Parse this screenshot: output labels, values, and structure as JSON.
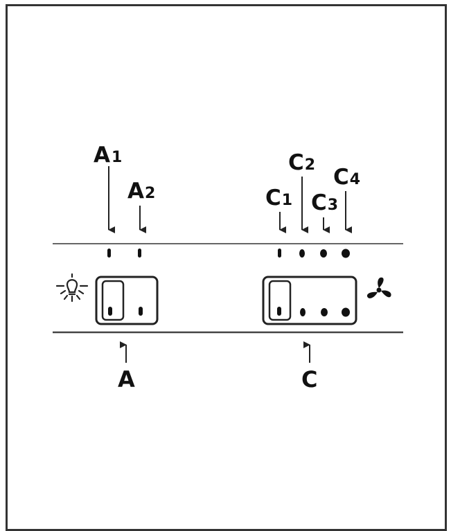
{
  "labels": {
    "A1": {
      "main": "A",
      "sub": "1"
    },
    "A2": {
      "main": "A",
      "sub": "2"
    },
    "C1": {
      "main": "C",
      "sub": "1"
    },
    "C2": {
      "main": "C",
      "sub": "2"
    },
    "C3": {
      "main": "C",
      "sub": "3"
    },
    "C4": {
      "main": "C",
      "sub": "4"
    },
    "A": "A",
    "C": "C"
  },
  "icons": {
    "light": "light-bulb-icon",
    "fan": "fan-icon"
  },
  "colors": {
    "stroke": "#222222",
    "line": "#666666",
    "text": "#111111"
  }
}
